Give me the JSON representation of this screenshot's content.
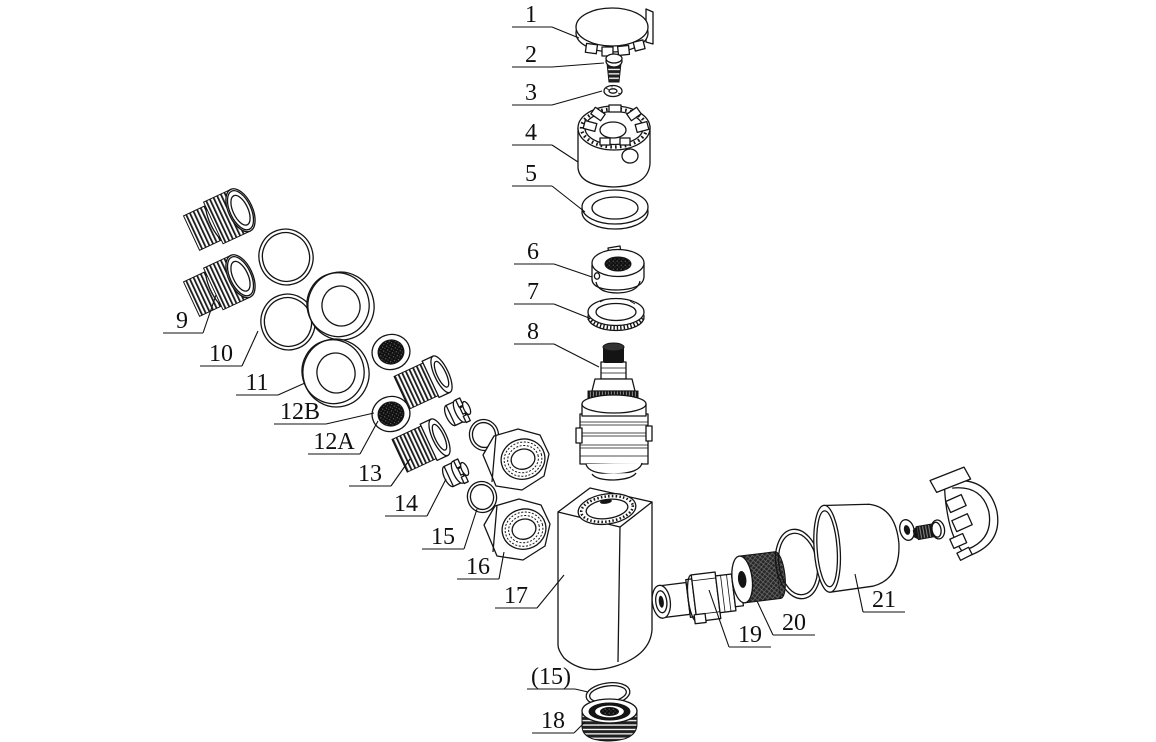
{
  "diagram": {
    "type": "exploded-parts-diagram",
    "subject": "thermostatic-shower-valve",
    "background_color": "#ffffff",
    "line_color": "#141414",
    "labels": {
      "l1": "1",
      "l2": "2",
      "l3": "3",
      "l4": "4",
      "l5": "5",
      "l6": "6",
      "l7": "7",
      "l8": "8",
      "l9": "9",
      "l10": "10",
      "l11": "11",
      "l12b": "12B",
      "l12a": "12A",
      "l13": "13",
      "l14": "14",
      "l15": "15",
      "l16": "16",
      "l17": "17",
      "l15p": "(15)",
      "l18": "18",
      "l19": "19",
      "l20": "20",
      "l21": "21"
    }
  }
}
